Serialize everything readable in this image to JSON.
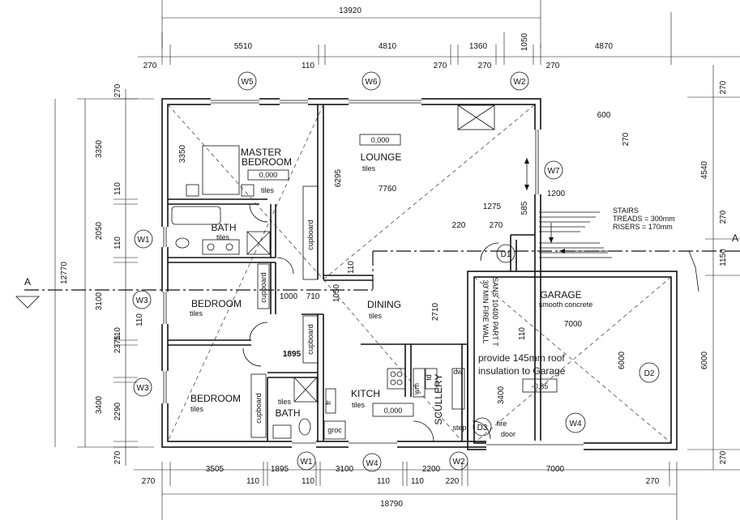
{
  "dimensions": {
    "overall_top": "13920",
    "top_segments": [
      "5510",
      "4810",
      "1360",
      "1050",
      "4870"
    ],
    "top_small": [
      "270",
      "110",
      "270",
      "270",
      "270"
    ],
    "overall_bottom": "18790",
    "bottom_segments": [
      "3505",
      "1895",
      "3100",
      "2200",
      "7000"
    ],
    "bottom_small": [
      "270",
      "110",
      "110",
      "110",
      "110",
      "220",
      "270"
    ],
    "left_overall": "12770",
    "left_segments": [
      "3350",
      "2050",
      "3100",
      "2375",
      "2290",
      "3400"
    ],
    "left_small": [
      "270",
      "110",
      "110",
      "110",
      "110",
      "270"
    ],
    "right_segments": [
      "4540",
      "1150",
      "6000"
    ],
    "right_small": [
      "270",
      "270",
      "270"
    ],
    "interior": {
      "master_bed_height": "3350",
      "lounge_depth": "6295",
      "lounge_width": "7760",
      "d1200": "1200",
      "d1275": "1275",
      "d220": "220",
      "d270": "270",
      "d585": "585",
      "d600": "600",
      "d270b": "270",
      "d1000": "1000",
      "d710": "710",
      "d1050": "1050",
      "d110": "110",
      "d2710": "2710",
      "d1895": "1895",
      "d3400": "3400",
      "d110b": "110",
      "garage_width": "7000",
      "garage_depth": "6000"
    }
  },
  "rooms": {
    "master_bedroom": {
      "name_line1": "MASTER",
      "name_line2": "BEDROOM",
      "finish": "tiles",
      "level": "0,000"
    },
    "lounge": {
      "name": "LOUNGE",
      "finish": "tiles",
      "level": "0,000"
    },
    "bath1": {
      "name": "BATH",
      "finish": "tiles"
    },
    "bedroom1": {
      "name": "BEDROOM",
      "finish": "tiles"
    },
    "bedroom2": {
      "name": "BEDROOM",
      "finish": "tiles"
    },
    "bath2": {
      "name": "BATH",
      "finish": "tiles"
    },
    "dining": {
      "name": "DINING",
      "finish": "tiles"
    },
    "kitch": {
      "name": "KITCH",
      "finish": "tiles",
      "level": "0,000"
    },
    "scullery": {
      "name": "SCULLERY"
    },
    "garage": {
      "name": "GARAGE",
      "finish": "smooth concrete",
      "level": "-0,85"
    }
  },
  "fixtures": {
    "cupboard": "cupboard",
    "groc": "groc",
    "fr": "fr",
    "wm": "wm",
    "td": "td",
    "dw": "dw",
    "step": "step",
    "fire_door_1": "fire",
    "fire_door_2": "door"
  },
  "labels": {
    "stairs": "STAIRS",
    "treads": "TREADS = 300mm",
    "risers": "RISERS = 170mm",
    "fire_wall_1": "30 MIN FIRE WALL",
    "fire_wall_2": "SANS 10400 PART T",
    "garage_note_1": "provide 145mm roof",
    "garage_note_2": "insulation to Garage",
    "section": "A",
    "section_right": "A"
  },
  "tags": {
    "w5": "W5",
    "w6": "W6",
    "w2_top": "W2",
    "w7": "W7",
    "w1_left": "W1",
    "w3_a": "W3",
    "w3_b": "W3",
    "w1_bot": "W1",
    "w4_bot": "W4",
    "w2_bot": "W2",
    "w4_gar": "W4",
    "d1": "D1",
    "d2": "D2",
    "d3": "D3"
  }
}
